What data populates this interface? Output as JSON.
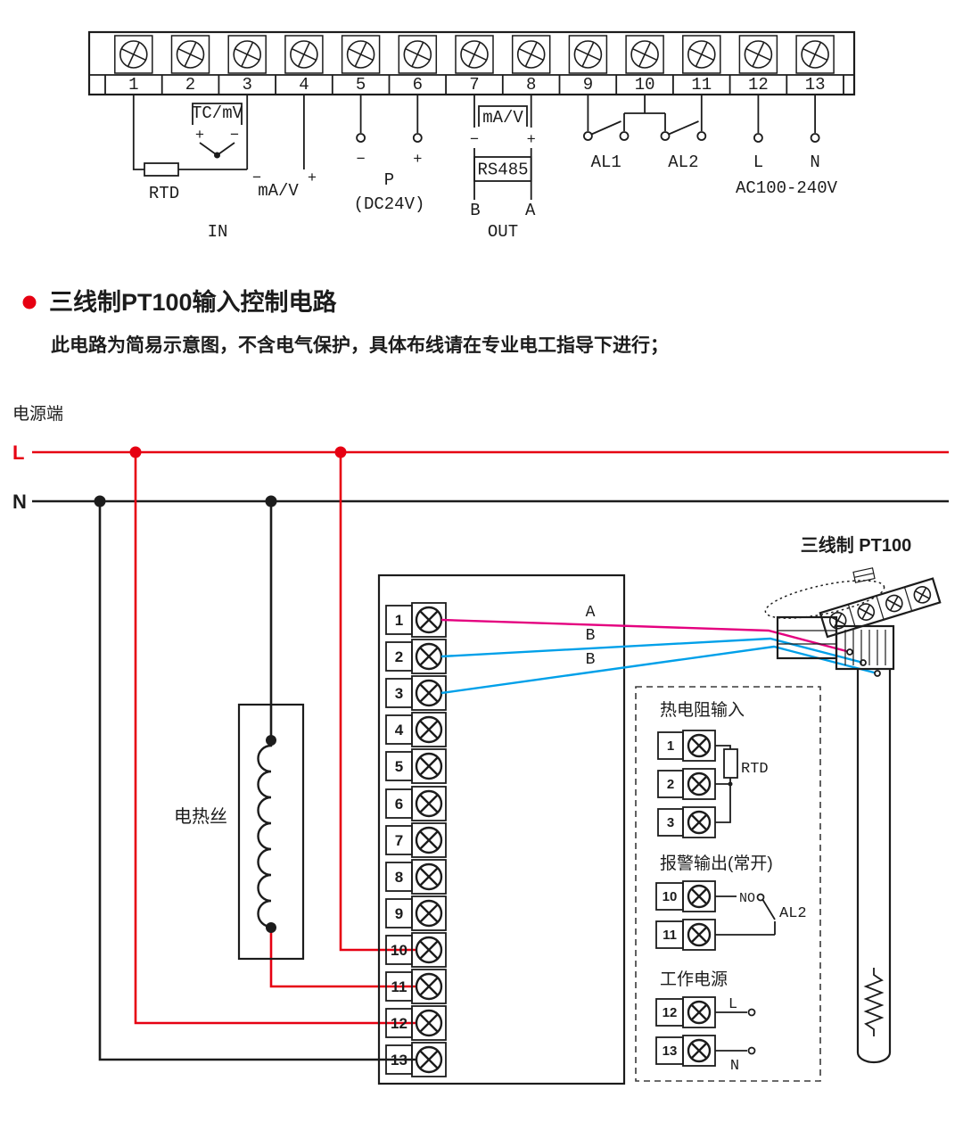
{
  "colors": {
    "wire_red": "#e60012",
    "wire_magenta": "#e4007f",
    "wire_blue": "#00a0e9",
    "line_black": "#1c1c1c"
  },
  "top_strip": {
    "terminals": [
      "1",
      "2",
      "3",
      "4",
      "5",
      "6",
      "7",
      "8",
      "9",
      "10",
      "11",
      "12",
      "13"
    ],
    "labels": {
      "tc_mv": "TC/mV",
      "tc_plus": "+",
      "tc_minus": "−",
      "rtd": "RTD",
      "in_minus": "−",
      "ma_v": "mA/V",
      "in_plus": "+",
      "in": "IN",
      "p_minus": "−",
      "p_plus": "+",
      "p": "P",
      "p_sub": "(DC24V)",
      "out_ma_v": "mA/V",
      "out_minus": "−",
      "out_plus": "+",
      "rs485": "RS485",
      "rs_b": "B",
      "rs_a": "A",
      "out": "OUT",
      "al1": "AL1",
      "al2": "AL2",
      "l": "L",
      "n": "N",
      "ac": "AC100-240V"
    }
  },
  "section": {
    "title": "三线制PT100输入控制电路",
    "subtitle": "此电路为简易示意图，不含电气保护，具体布线请在专业电工指导下进行；"
  },
  "circuit": {
    "power_label": "电源端",
    "l": "L",
    "n": "N",
    "heater_label": "电热丝",
    "sensor_label": "三线制 PT100",
    "wire_a": "A",
    "wire_b1": "B",
    "wire_b2": "B",
    "terminals": [
      "1",
      "2",
      "3",
      "4",
      "5",
      "6",
      "7",
      "8",
      "9",
      "10",
      "11",
      "12",
      "13"
    ],
    "detail_box": {
      "rtd_title": "热电阻输入",
      "rtd_terminals": [
        "1",
        "2",
        "3"
      ],
      "rtd_label": "RTD",
      "alarm_title": "报警输出(常开)",
      "alarm_terminals": [
        "10",
        "11"
      ],
      "no_label": "NO",
      "al2_label": "AL2",
      "power_title": "工作电源",
      "power_terminals": [
        "12",
        "13"
      ],
      "l_label": "L",
      "n_label": "N"
    }
  }
}
